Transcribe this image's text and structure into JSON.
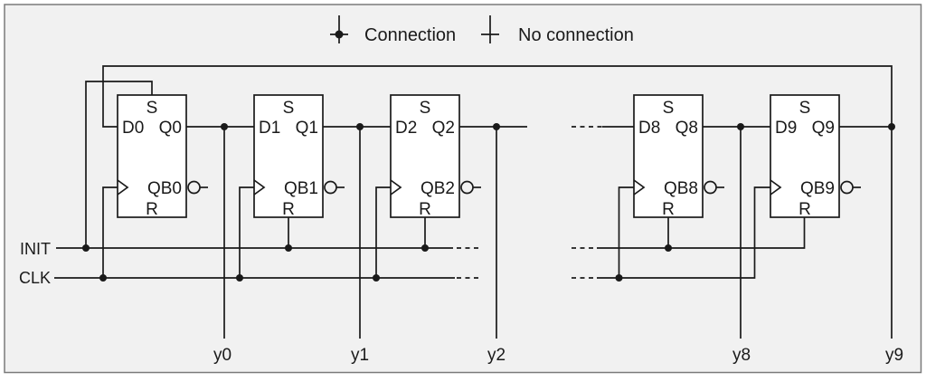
{
  "legend": {
    "connection": "Connection",
    "no_connection": "No connection"
  },
  "inputs": {
    "init": "INIT",
    "clk": "CLK"
  },
  "outputs": [
    "y0",
    "y1",
    "y2",
    "y8",
    "y9"
  ],
  "flipflops": [
    {
      "set": "S",
      "d": "D0",
      "q": "Q0",
      "qb": "QB0",
      "reset": "R"
    },
    {
      "set": "S",
      "d": "D1",
      "q": "Q1",
      "qb": "QB1",
      "reset": "R"
    },
    {
      "set": "S",
      "d": "D2",
      "q": "Q2",
      "qb": "QB2",
      "reset": "R"
    },
    {
      "set": "S",
      "d": "D8",
      "q": "Q8",
      "qb": "QB8",
      "reset": "R"
    },
    {
      "set": "S",
      "d": "D9",
      "q": "Q9",
      "qb": "QB9",
      "reset": "R"
    }
  ],
  "colors": {
    "wire": "#1a1a1a",
    "background": "#f1f1f1",
    "box_fill": "#ffffff",
    "frame_border": "#7a7a7a"
  }
}
